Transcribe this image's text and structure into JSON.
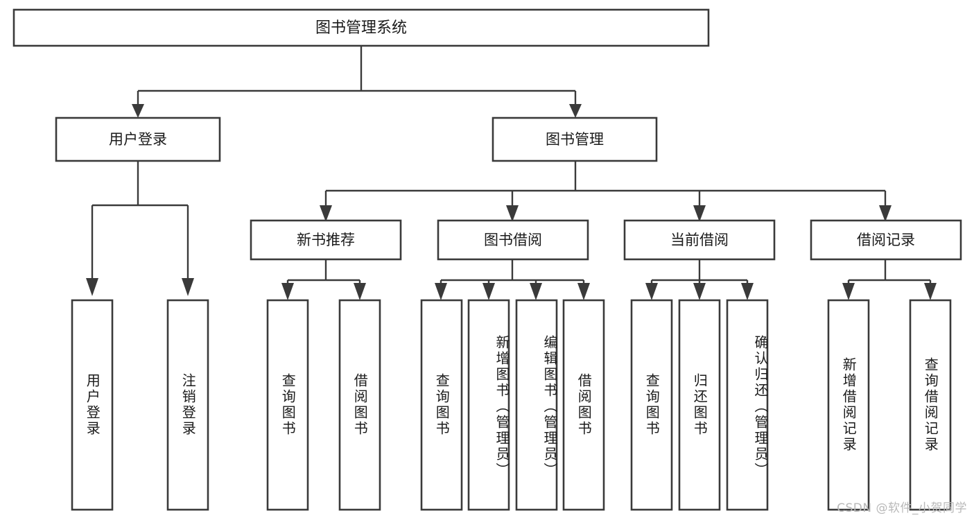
{
  "diagram": {
    "type": "tree",
    "title": "图书管理系统",
    "root": {
      "id": "root",
      "label": "图书管理系统"
    },
    "level2": [
      {
        "id": "user-login",
        "label": "用户登录"
      },
      {
        "id": "book-manage",
        "label": "图书管理"
      }
    ],
    "level3": [
      {
        "id": "new-book-recommend",
        "label": "新书推荐",
        "parent": "book-manage"
      },
      {
        "id": "book-borrow",
        "label": "图书借阅",
        "parent": "book-manage"
      },
      {
        "id": "current-borrow",
        "label": "当前借阅",
        "parent": "book-manage"
      },
      {
        "id": "borrow-record",
        "label": "借阅记录",
        "parent": "book-manage"
      }
    ],
    "leaves": [
      {
        "id": "leaf-user-login",
        "label": "用户登录",
        "parent": "user-login"
      },
      {
        "id": "leaf-user-logout",
        "label": "注销登录",
        "parent": "user-login"
      },
      {
        "id": "leaf-query-book-1",
        "label": "查询图书",
        "parent": "new-book-recommend"
      },
      {
        "id": "leaf-borrow-book-1",
        "label": "借阅图书",
        "parent": "new-book-recommend"
      },
      {
        "id": "leaf-query-book-2",
        "label": "查询图书",
        "parent": "book-borrow"
      },
      {
        "id": "leaf-add-book",
        "label": "新增图书（管理员）",
        "parent": "book-borrow"
      },
      {
        "id": "leaf-edit-book",
        "label": "编辑图书（管理员）",
        "parent": "book-borrow"
      },
      {
        "id": "leaf-borrow-book-2",
        "label": "借阅图书",
        "parent": "book-borrow"
      },
      {
        "id": "leaf-query-book-3",
        "label": "查询图书",
        "parent": "current-borrow"
      },
      {
        "id": "leaf-return-book",
        "label": "归还图书",
        "parent": "current-borrow"
      },
      {
        "id": "leaf-confirm-return",
        "label": "确认归还（管理员）",
        "parent": "current-borrow"
      },
      {
        "id": "leaf-add-record",
        "label": "新增借阅记录",
        "parent": "borrow-record"
      },
      {
        "id": "leaf-query-record",
        "label": "查询借阅记录",
        "parent": "borrow-record"
      }
    ],
    "colors": {
      "stroke": "#3a3a3a",
      "fill": "#ffffff",
      "text": "#1a1a1a",
      "watermark": "#b9b9b9",
      "background": "#ffffff"
    }
  },
  "watermark": {
    "text": "CSDN @软件_小贺同学"
  }
}
